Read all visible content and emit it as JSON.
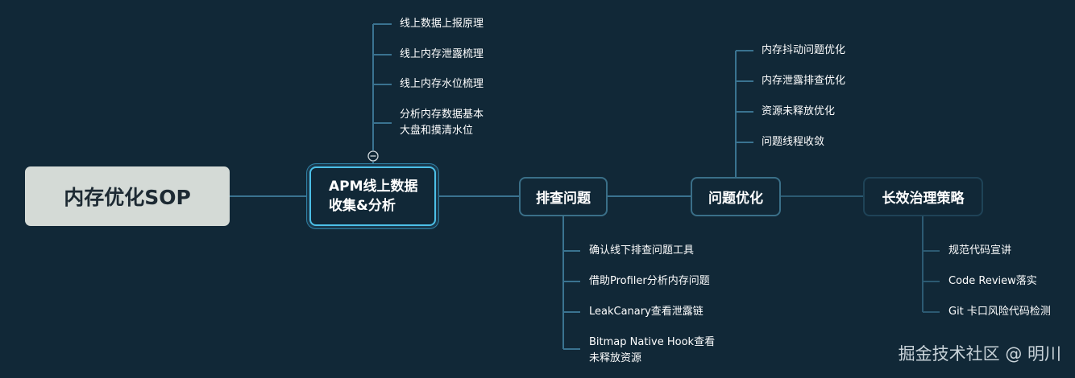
{
  "root": {
    "label": "内存优化SOP"
  },
  "main_nodes": [
    {
      "label_lines": [
        "APM线上数据",
        "收集&分析"
      ],
      "selected": true
    },
    {
      "label_lines": [
        "排查问题"
      ]
    },
    {
      "label_lines": [
        "问题优化"
      ]
    },
    {
      "label_lines": [
        "长效治理策略"
      ]
    }
  ],
  "branches": {
    "apm": [
      "线上数据上报原理",
      "线上内存泄露梳理",
      "线上内存水位梳理",
      "分析内存数据基本\n大盘和摸清水位"
    ],
    "troubleshoot": [
      "确认线下排查问题工具",
      "借助Profiler分析内存问题",
      "LeakCanary查看泄露链",
      "Bitmap Native Hook查看\n未释放资源"
    ],
    "optimize": [
      "内存抖动问题优化",
      "内存泄露排查优化",
      "资源未释放优化",
      "问题线程收敛"
    ],
    "governance": [
      "规范代码宣讲",
      "Code Review落实",
      "Git 卡口风险代码检测"
    ]
  },
  "colors": {
    "background": "#112837",
    "line": "#3a7390",
    "selected_border": "#4cc0e8",
    "root_fill": "#d4dad6"
  },
  "collapse_icon": "minus-circle-icon",
  "watermark": "掘金技术社区 @ 明川"
}
